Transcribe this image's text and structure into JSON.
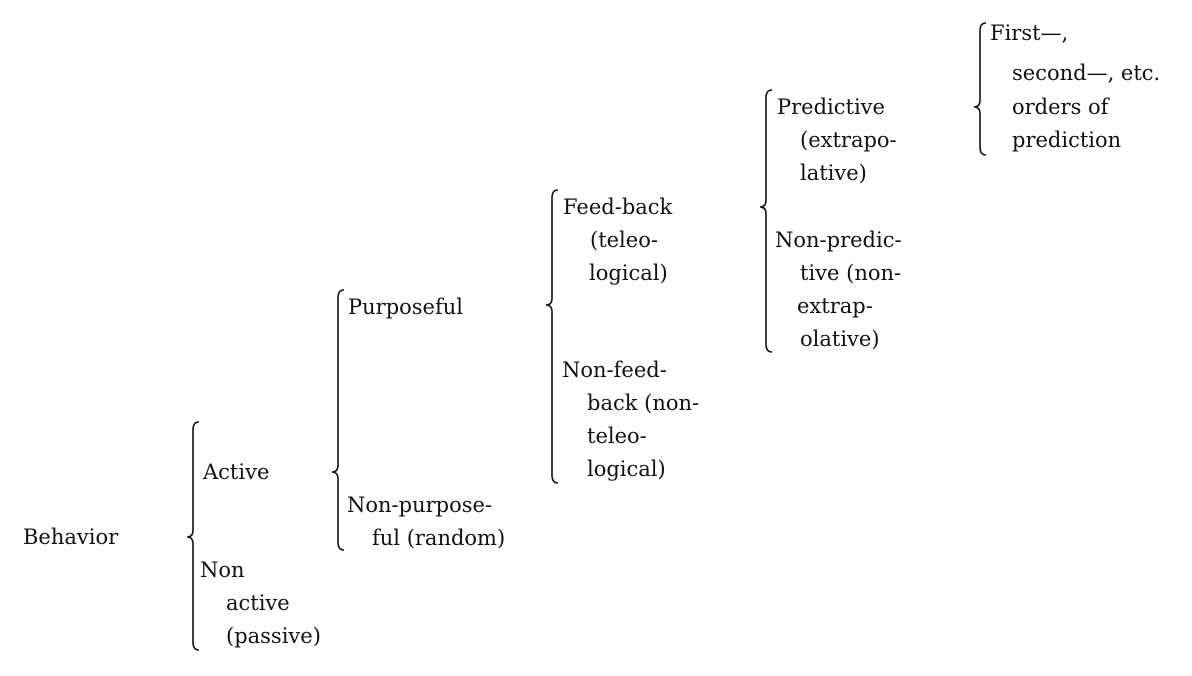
{
  "root": {
    "label": "Behavior"
  },
  "level1": {
    "active": "Active",
    "non_active": [
      "Non",
      "active",
      "(passive)"
    ]
  },
  "level2": {
    "purposeful": "Purposeful",
    "non_purposeful": [
      "Non-purpose-",
      "ful (random)"
    ]
  },
  "level3": {
    "feedback": [
      "Feed-back",
      "(teleo-",
      "logical)"
    ],
    "non_feedback": [
      "Non-feed-",
      "back (non-",
      "teleo-",
      "logical)"
    ]
  },
  "level4": {
    "predictive": [
      "Predictive",
      "(extrapo-",
      "lative)"
    ],
    "non_predictive": [
      "Non-predic-",
      "tive (non-",
      "extrap-",
      "olative)"
    ]
  },
  "level5": {
    "orders": [
      "First—,",
      "second—, etc.",
      "orders of",
      "prediction"
    ]
  }
}
